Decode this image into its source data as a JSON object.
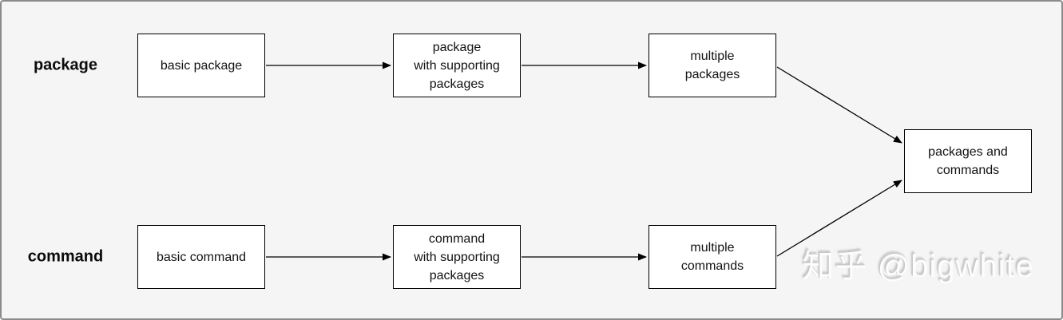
{
  "diagram": {
    "row_labels": {
      "package": "package",
      "command": "command"
    },
    "nodes": {
      "basic_package": "basic package",
      "package_with_supporting": "package\nwith supporting\npackages",
      "multiple_packages": "multiple\npackages",
      "basic_command": "basic command",
      "command_with_supporting": "command\nwith supporting\npackages",
      "multiple_commands": "multiple\ncommands",
      "packages_and_commands": "packages and\ncommands"
    },
    "edges": [
      {
        "from": "basic_package",
        "to": "package_with_supporting"
      },
      {
        "from": "package_with_supporting",
        "to": "multiple_packages"
      },
      {
        "from": "multiple_packages",
        "to": "packages_and_commands"
      },
      {
        "from": "basic_command",
        "to": "command_with_supporting"
      },
      {
        "from": "command_with_supporting",
        "to": "multiple_commands"
      },
      {
        "from": "multiple_commands",
        "to": "packages_and_commands"
      }
    ],
    "colors": {
      "canvas_background": "#f5f5f5",
      "canvas_border": "#8a8a8a",
      "node_fill": "#ffffff",
      "node_border": "#000000",
      "edge_stroke": "#000000",
      "text": "#121212"
    }
  },
  "watermark": {
    "text": "知乎 @bigwhite"
  }
}
